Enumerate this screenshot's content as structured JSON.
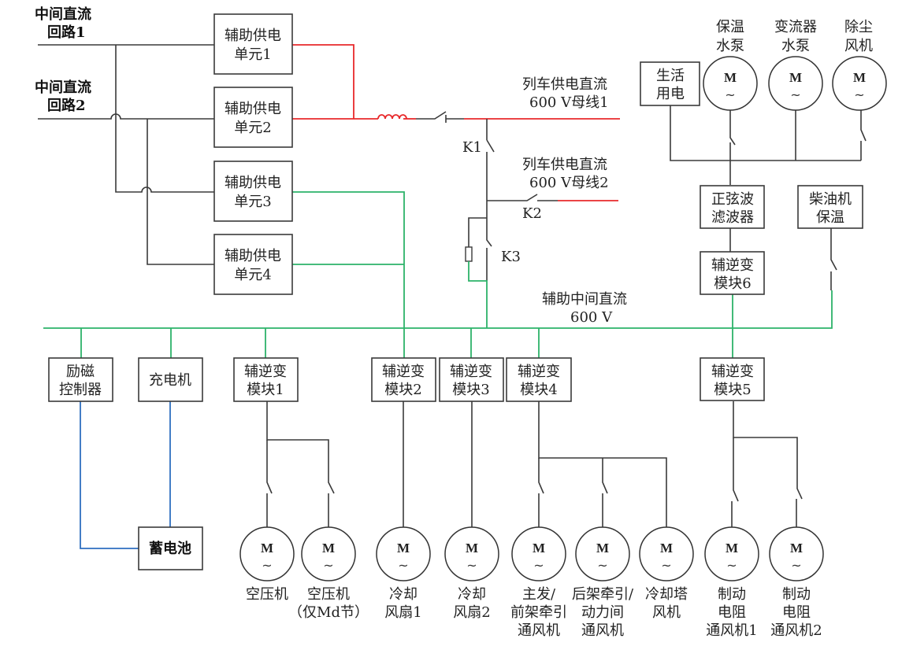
{
  "colors": {
    "wire_default": "#3a3a3a",
    "train_supply_bus": "#e8292b",
    "aux_dc_bus": "#2db36a",
    "battery_circuit": "#2f6fc0"
  },
  "inputs": {
    "dc_link_1": [
      "中间直流",
      "回路1"
    ],
    "dc_link_2": [
      "中间直流",
      "回路2"
    ]
  },
  "aux_supply_units": [
    [
      "辅助供电",
      "单元1"
    ],
    [
      "辅助供电",
      "单元2"
    ],
    [
      "辅助供电",
      "单元3"
    ],
    [
      "辅助供电",
      "单元4"
    ]
  ],
  "buses": {
    "train_bus_1": [
      "列车供电直流",
      "600 V母线1"
    ],
    "train_bus_2": [
      "列车供电直流",
      "600 V母线2"
    ],
    "aux_dc_bus": [
      "辅助中间直流",
      "600 V"
    ]
  },
  "switches": {
    "k1": "K1",
    "k2": "K2",
    "k3": "K3"
  },
  "top_right": {
    "domestic": [
      "生活",
      "用电"
    ],
    "motors": [
      {
        "label": [
          "保温",
          "水泵"
        ],
        "symbol": "M",
        "ac": "~"
      },
      {
        "label": [
          "变流器",
          "水泵"
        ],
        "symbol": "M",
        "ac": "~"
      },
      {
        "label": [
          "除尘",
          "风机"
        ],
        "symbol": "M",
        "ac": "~"
      }
    ],
    "sine_filter": [
      "正弦波",
      "滤波器"
    ],
    "diesel_heating": [
      "柴油机",
      "保温"
    ],
    "inverter_6": [
      "辅逆变",
      "模块6"
    ]
  },
  "bus_loads": {
    "excitation_controller": [
      "励磁",
      "控制器"
    ],
    "charger": [
      "充电机"
    ],
    "battery": [
      "蓄电池"
    ],
    "inverters": [
      [
        "辅逆变",
        "模块1"
      ],
      [
        "辅逆变",
        "模块2"
      ],
      [
        "辅逆变",
        "模块3"
      ],
      [
        "辅逆变",
        "模块4"
      ],
      [
        "辅逆变",
        "模块5"
      ]
    ]
  },
  "bottom_motors": [
    {
      "label": [
        "空压机"
      ],
      "symbol": "M",
      "ac": "~"
    },
    {
      "label": [
        "空压机",
        "（仅Md节）"
      ],
      "symbol": "M",
      "ac": "~"
    },
    {
      "label": [
        "冷却",
        "风扇1"
      ],
      "symbol": "M",
      "ac": "~"
    },
    {
      "label": [
        "冷却",
        "风扇2"
      ],
      "symbol": "M",
      "ac": "~"
    },
    {
      "label": [
        "主发/",
        "前架牵引",
        "通风机"
      ],
      "symbol": "M",
      "ac": "~"
    },
    {
      "label": [
        "后架牵引/",
        "动力间",
        "通风机"
      ],
      "symbol": "M",
      "ac": "~"
    },
    {
      "label": [
        "冷却塔",
        "风机"
      ],
      "symbol": "M",
      "ac": "~"
    },
    {
      "label": [
        "制动",
        "电阻",
        "通风机1"
      ],
      "symbol": "M",
      "ac": "~"
    },
    {
      "label": [
        "制动",
        "电阻",
        "通风机2"
      ],
      "symbol": "M",
      "ac": "~"
    }
  ]
}
